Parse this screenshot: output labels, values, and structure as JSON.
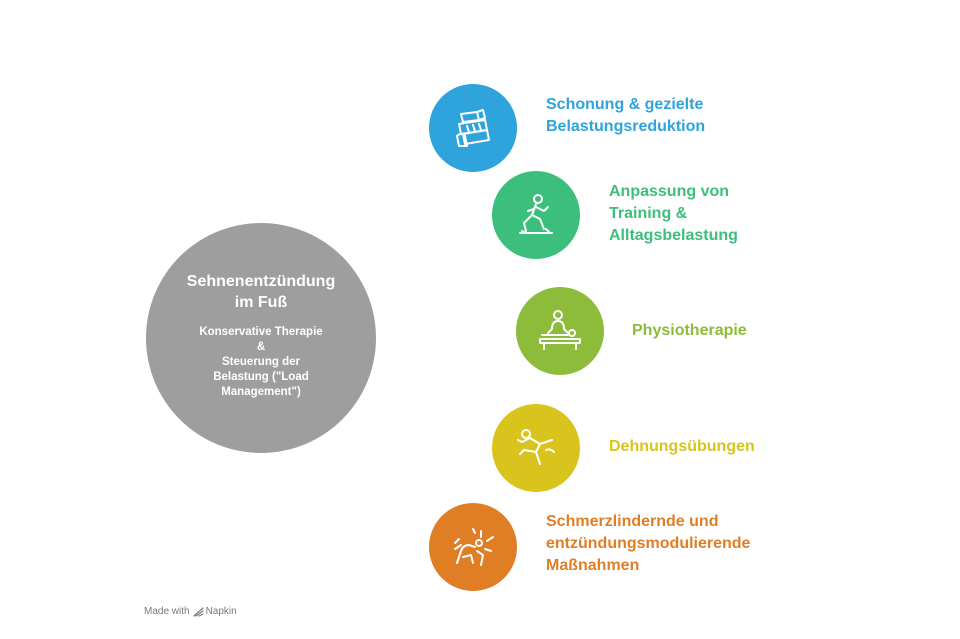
{
  "center": {
    "title": "Sehnenentzündung\nim Fuß",
    "subtitle": "Konservative Therapie\n&\nSteuerung der\nBelastung (\"Load\nManagement\")",
    "color": "#9e9e9e"
  },
  "items": [
    {
      "label": "Schonung & gezielte\nBelastungsreduktion",
      "color": "#2ea3dc",
      "icon": "bandage-icon"
    },
    {
      "label": "Anpassung von\nTraining &\nAlltagsbelastung",
      "color": "#3cbf7c",
      "icon": "exercise-icon"
    },
    {
      "label": "Physiotherapie",
      "color": "#8cbc3a",
      "icon": "massage-icon"
    },
    {
      "label": "Dehnungsübungen",
      "color": "#d8c41c",
      "icon": "stretching-icon"
    },
    {
      "label": "Schmerzlindernde und\nentzündungsmodulierende\nMaßnahmen",
      "color": "#e07e26",
      "icon": "pain-relief-icon"
    }
  ],
  "footer": {
    "prefix": "Made with",
    "brand": "Napkin"
  }
}
